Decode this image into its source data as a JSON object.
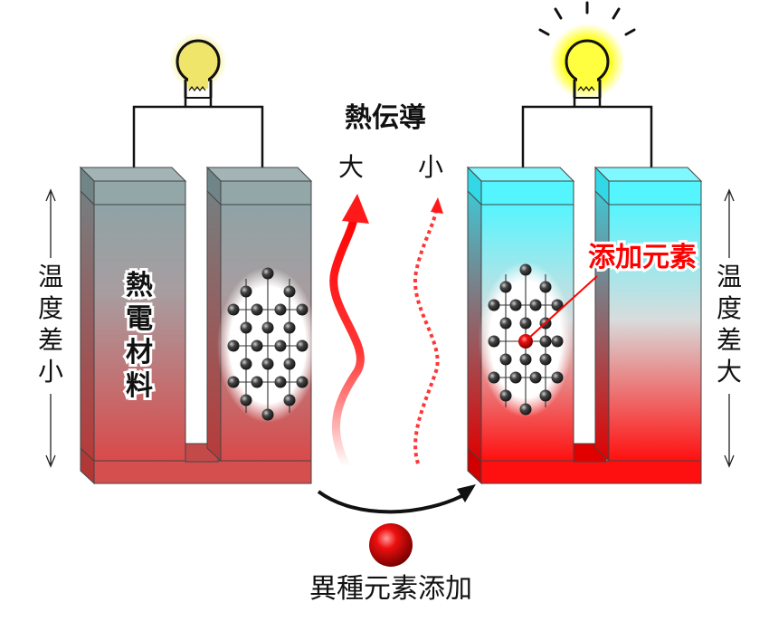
{
  "title": "熱伝導",
  "conduction_large": "大",
  "conduction_small": "小",
  "left_side_label": [
    "温",
    "度",
    "差",
    "小"
  ],
  "right_side_label": [
    "温",
    "度",
    "差",
    "大"
  ],
  "material_label": [
    "熱",
    "電",
    "材",
    "料"
  ],
  "dopant_label": "添加元素",
  "bottom_label": "異種元素添加",
  "colors": {
    "accent_red": "#ff0000",
    "cold_gray": "#8fa3a6",
    "cold_cyan": "#55f5ff",
    "hot_red": "#d94a4a",
    "bulb_dim": "#efe56a",
    "bulb_bright": "#ffff00"
  }
}
